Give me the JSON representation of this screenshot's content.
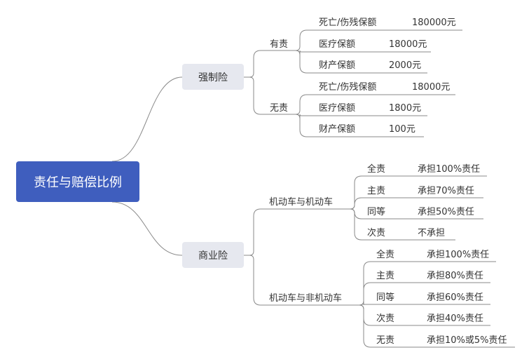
{
  "root": {
    "label": "责任与赔偿比例"
  },
  "branches": {
    "compulsory": {
      "label": "强制险",
      "groups": [
        {
          "label": "有责",
          "items": [
            {
              "name": "死亡/伤残保额",
              "value": "180000元"
            },
            {
              "name": "医疗保额",
              "value": "18000元"
            },
            {
              "name": "财产保额",
              "value": "2000元"
            }
          ]
        },
        {
          "label": "无责",
          "items": [
            {
              "name": "死亡/伤残保额",
              "value": "18000元"
            },
            {
              "name": "医疗保额",
              "value": "1800元"
            },
            {
              "name": "财产保额",
              "value": "100元"
            }
          ]
        }
      ]
    },
    "commercial": {
      "label": "商业险",
      "groups": [
        {
          "label": "机动车与机动车",
          "items": [
            {
              "name": "全责",
              "value": "承担100%责任"
            },
            {
              "name": "主责",
              "value": "承担70%责任"
            },
            {
              "name": "同等",
              "value": "承担50%责任"
            },
            {
              "name": "次责",
              "value": "不承担"
            }
          ]
        },
        {
          "label": "机动车与非机动车",
          "items": [
            {
              "name": "全责",
              "value": "承担100%责任"
            },
            {
              "name": "主责",
              "value": "承担80%责任"
            },
            {
              "name": "同等",
              "value": "承担60%责任"
            },
            {
              "name": "次责",
              "value": "承担40%责任"
            },
            {
              "name": "无责",
              "value": "承担10%或5%责任"
            }
          ]
        }
      ]
    }
  },
  "colors": {
    "root_fill": "#3F5EBE",
    "branch_fill": "#E6E8EF",
    "connector": "#8A8A8A"
  }
}
